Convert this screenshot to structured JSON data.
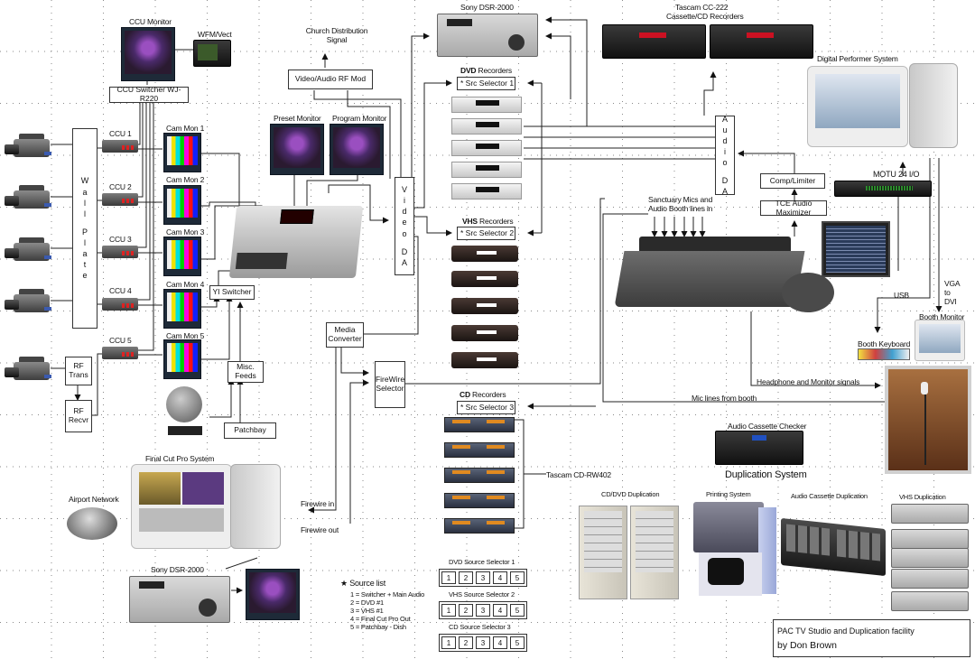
{
  "title_box": {
    "line1": "PAC TV Studio and Duplication facility",
    "line2": "by Don Brown"
  },
  "top": {
    "ccu_monitor": "CCU Monitor",
    "wfm_vect": "WFM/Vect",
    "ccu_switcher": "CCU Switcher WJ-R220",
    "church_distribution": "Church Distribution Signal",
    "rf_mod": "Video/Audio RF Mod",
    "sony_dsr_top": "Sony DSR-2000",
    "tascam_cc222_line1": "Tascam CC-222",
    "tascam_cc222_line2": "Cassette/CD Recorders",
    "digital_performer": "Digital Performer System"
  },
  "cameras": {
    "wall_plate": [
      "W",
      "a",
      "l",
      "l",
      "P",
      "l",
      "a",
      "t",
      "e"
    ],
    "ccus": [
      "CCU 1",
      "CCU 2",
      "CCU 3",
      "CCU 4",
      "CCU 5"
    ],
    "cam_monitors": [
      "Cam Mon 1",
      "Cam Mon 2",
      "Cam Mon 3",
      "Cam Mon 4",
      "Cam Mon 5"
    ],
    "rf_trans": "RF Trans",
    "rf_recvr": "RF Recvr"
  },
  "switching": {
    "preset_monitor": "Preset Monitor",
    "program_monitor": "Program Monitor",
    "yi_switcher": "YI Switcher",
    "misc_feeds": "Misc. Feeds",
    "patchbay": "Patchbay",
    "video_da": [
      "V",
      "i",
      "d",
      "e",
      "o",
      "D",
      "A"
    ],
    "media_converter": "Media Converter",
    "firewire_selector": "FireWire Selector"
  },
  "recorders": {
    "dvd_title_bold": "DVD",
    "dvd_title_rest": " Recorders",
    "src_selector_1": "* Src Selector 1",
    "vhs_title_bold": "VHS",
    "vhs_title_rest": " Recorders",
    "src_selector_2": "* Src Selector 2",
    "cd_title_bold": "CD",
    "cd_title_rest": " Recorders",
    "src_selector_3": "* Src Selector 3",
    "tascam_cdrw": "Tascam CD-RW402"
  },
  "audio": {
    "audio_da": [
      "A",
      "u",
      "d",
      "i",
      "o",
      "D",
      "A"
    ],
    "comp_limiter": "Comp/Limiter",
    "tce_maximizer": "TCE Audio Maximizer",
    "motu": "MOTU 24 I/O",
    "sanctuary_mics_line1": "Sanctuary Mics and",
    "sanctuary_mics_line2": "Audio Booth lines in",
    "usb": "USB",
    "vga_dvi": [
      "VGA",
      "to",
      "DVI"
    ],
    "booth_monitor": "Booth Monitor",
    "booth_keyboard": "Booth Keyboard",
    "headphone_signals": "Headphone and Monitor signals",
    "mic_lines": "Mic lines from booth",
    "cassette_checker": "Audio Cassette Checker"
  },
  "editing": {
    "final_cut": "Final Cut Pro System",
    "airport": "Airport Network",
    "firewire_in": "Firewire in",
    "firewire_out": "Firewire out",
    "sony_dsr_bottom": "Sony DSR-2000"
  },
  "source_list": {
    "title": "Source list",
    "star": "★",
    "items": [
      "1 = Switcher + Main Audio",
      "2 = DVD #1",
      "3 = VHS #1",
      "4 = Final Cut Pro Out",
      "5 = Patchbay - Dish"
    ]
  },
  "selectors": [
    {
      "title": "DVD Source Selector 1",
      "buttons": [
        "1",
        "2",
        "3",
        "4",
        "5"
      ]
    },
    {
      "title": "VHS Source Selector 2",
      "buttons": [
        "1",
        "2",
        "3",
        "4",
        "5"
      ]
    },
    {
      "title": "CD Source Selector 3",
      "buttons": [
        "1",
        "2",
        "3",
        "4",
        "5"
      ]
    }
  ],
  "duplication": {
    "title": "Duplication System",
    "cd_dvd": "CD/DVD Duplication",
    "printing": "Printing System",
    "cassette": "Audio Cassette Duplication",
    "vhs": "VHS Duplication"
  }
}
